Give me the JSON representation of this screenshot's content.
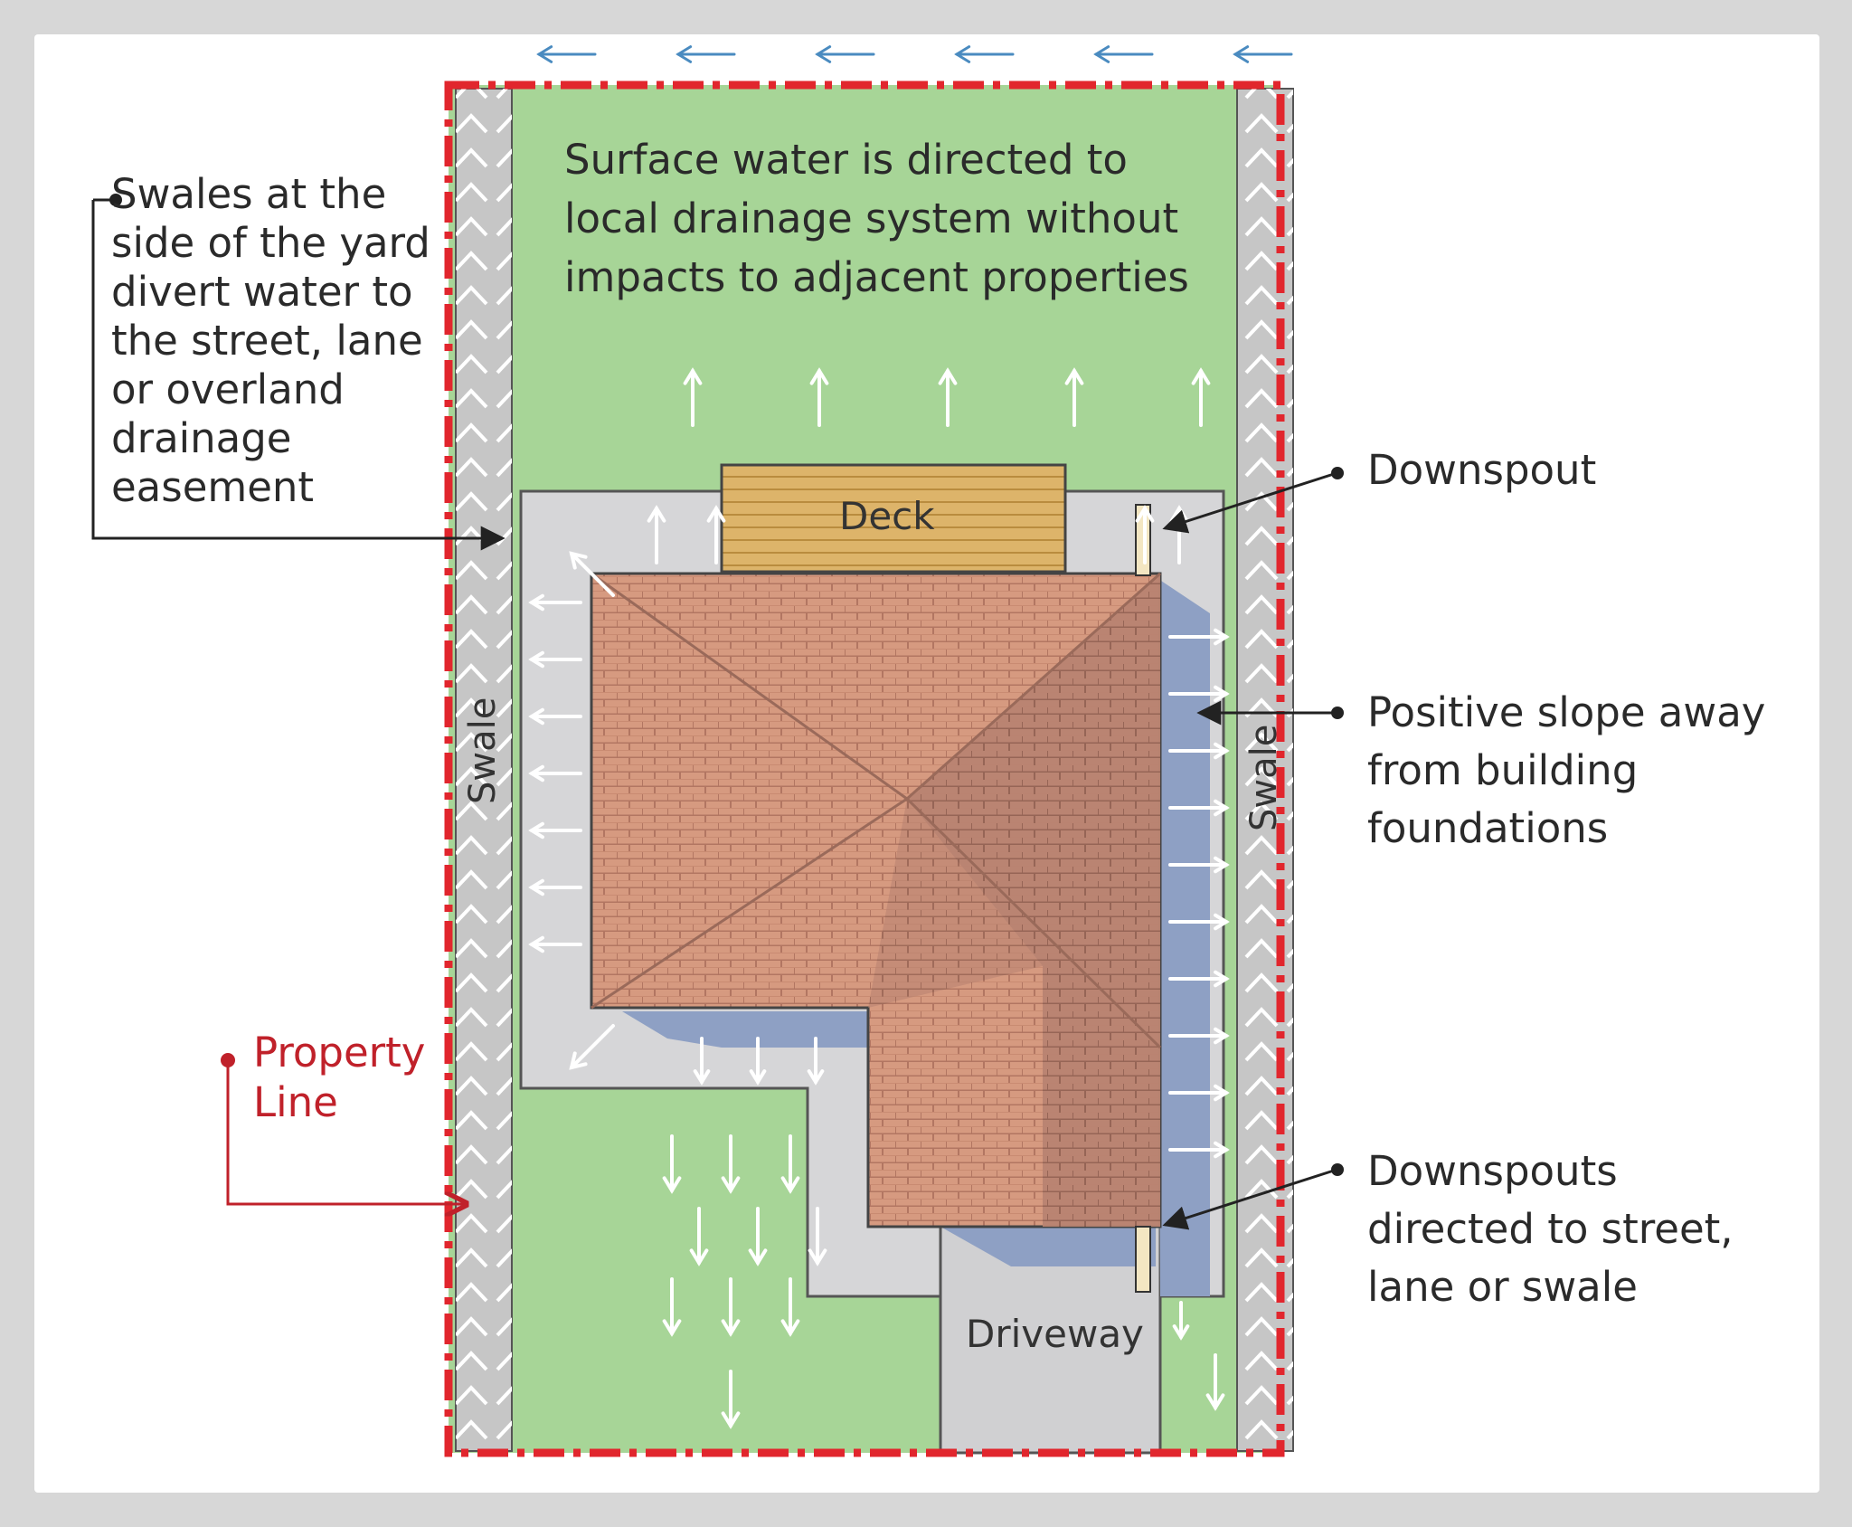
{
  "labels": {
    "surface_water": [
      "Surface water is directed to",
      "local drainage system without",
      "impacts to adjacent properties"
    ],
    "swales_note": [
      "Swales at the",
      "side of the yard",
      "divert water to",
      "the street, lane",
      "or overland",
      "drainage",
      "easement"
    ],
    "property_line": [
      "Property",
      "Line"
    ],
    "downspout": "Downspout",
    "positive_slope": [
      "Positive slope away",
      "from building",
      "foundations"
    ],
    "downspouts_directed": [
      "Downspouts",
      "directed to street,",
      "lane or swale"
    ],
    "deck": "Deck",
    "driveway": "Driveway",
    "swale_left": "Swale",
    "swale_right": "Swale"
  },
  "colors": {
    "lawn": "#a7d597",
    "swale": "#c6c6c6",
    "paving": "#d6d6d8",
    "deck": "#ddb56b",
    "roof": "#d6987d",
    "roof_shade": "#b47f6e",
    "shadow": "#8ea0c4",
    "property_line": "#e1262d",
    "wind_arrow": "#4a8bc0"
  }
}
